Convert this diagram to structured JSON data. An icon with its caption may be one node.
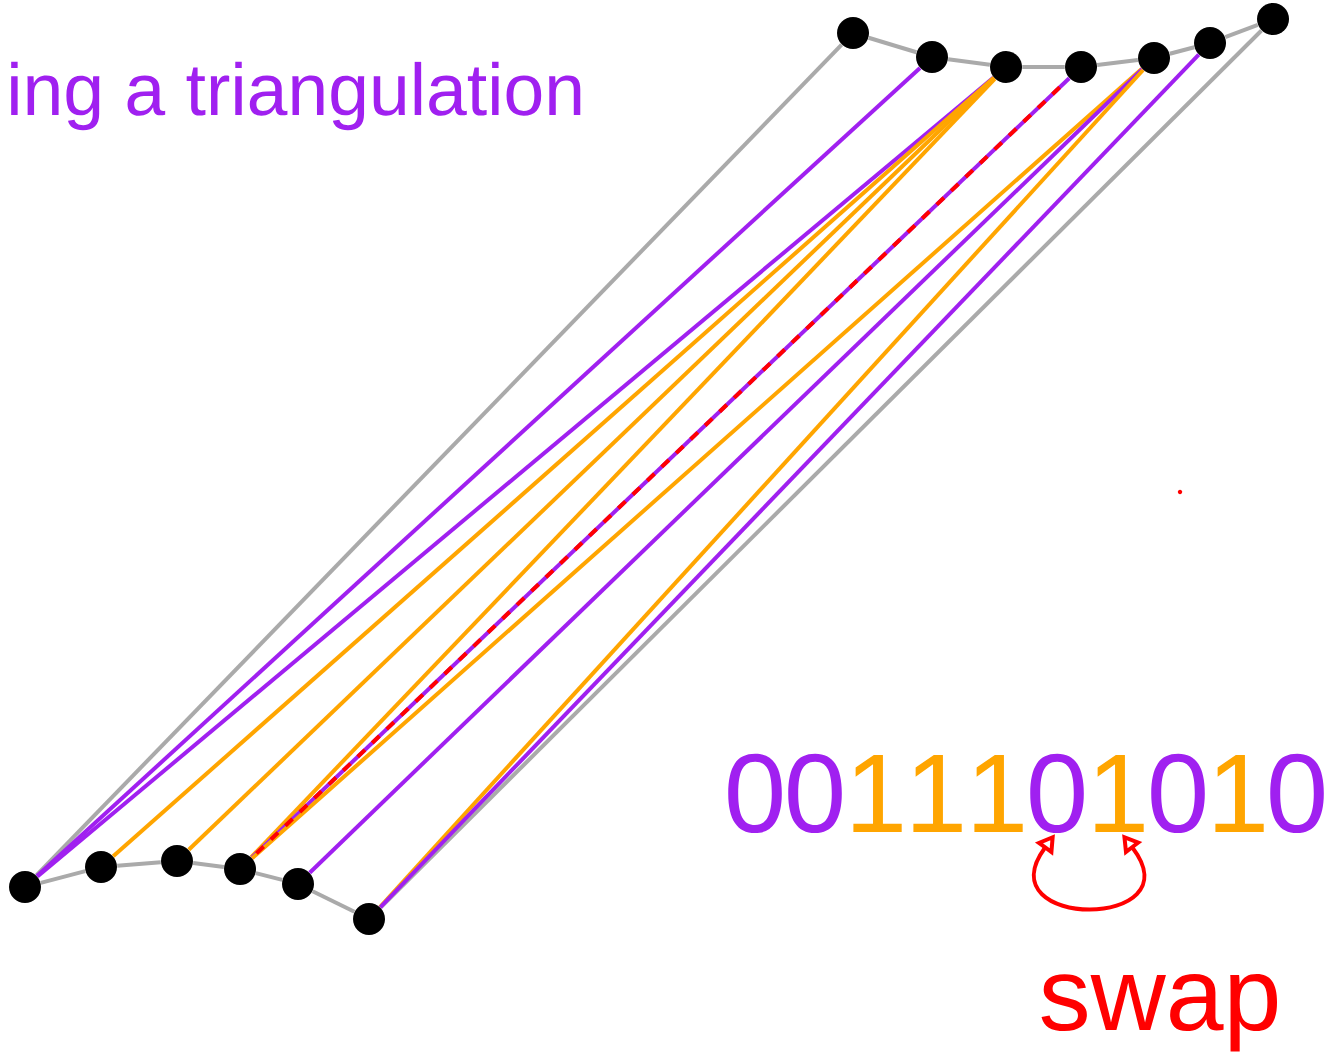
{
  "diagram": {
    "nodes": [
      {
        "text": [],
        "shape": "circle"
      },
      {
        "text": [],
        "shape": "circle"
      },
      {
        "text": [],
        "shape": "circle"
      },
      {
        "text": [],
        "shape": "circle"
      },
      {
        "text": [],
        "shape": "circle"
      },
      {
        "text": [],
        "shape": "circle"
      },
      {
        "text": [],
        "shape": "circle"
      },
      {
        "text": [],
        "shape": "circle"
      },
      {
        "text": [],
        "shape": "circle"
      },
      {
        "text": [],
        "shape": "circle"
      },
      {
        "text": [],
        "shape": "circle"
      },
      {
        "text": [],
        "shape": "circle"
      },
      {
        "text": [],
        "shape": "circle"
      }
    ],
    "edges": [
      {
        "from": 0,
        "to": 1,
        "arrow": "none"
      },
      {
        "from": 1,
        "to": 2,
        "arrow": "none"
      },
      {
        "from": 2,
        "to": 3,
        "arrow": "none"
      },
      {
        "from": 3,
        "to": 4,
        "arrow": "none"
      },
      {
        "from": 4,
        "to": 5,
        "arrow": "none"
      },
      {
        "from": 5,
        "to": 6,
        "arrow": "none"
      },
      {
        "from": 7,
        "to": 8,
        "arrow": "none"
      },
      {
        "from": 8,
        "to": 9,
        "arrow": "none"
      },
      {
        "from": 9,
        "to": 10,
        "arrow": "none"
      },
      {
        "from": 10,
        "to": 11,
        "arrow": "none"
      },
      {
        "from": 11,
        "to": 12,
        "arrow": "none"
      },
      {
        "from": 0,
        "to": 7,
        "arrow": "none"
      },
      {
        "from": 6,
        "to": 12,
        "arrow": "none"
      },
      {
        "from": 7,
        "to": 1,
        "arrow": "none",
        "color": "#a020f0"
      },
      {
        "from": 7,
        "to": 2,
        "arrow": "none",
        "color": "#a020f0"
      },
      {
        "from": 8,
        "to": 2,
        "arrow": "none",
        "color": "#ffa500"
      },
      {
        "from": 9,
        "to": 2,
        "arrow": "none",
        "color": "#ffa500"
      },
      {
        "from": 10,
        "to": 2,
        "arrow": "none",
        "color": "#ffa500"
      },
      {
        "from": 10,
        "to": 3,
        "arrow": "none",
        "color": "#a020f0"
      },
      {
        "from": 10,
        "to": 4,
        "arrow": "none",
        "color": "#ffa500"
      },
      {
        "from": 11,
        "to": 4,
        "arrow": "none",
        "color": "#a020f0"
      },
      {
        "from": 12,
        "to": 4,
        "arrow": "none",
        "color": "#ffa500"
      },
      {
        "from": 12,
        "to": 5,
        "arrow": "none",
        "color": "#a020f0"
      }
    ],
    "labels": [
      "ing a triangulation",
      "0",
      "0",
      "1",
      "1",
      "1",
      "0",
      "1",
      "0",
      "1",
      "0",
      "swap"
    ]
  }
}
